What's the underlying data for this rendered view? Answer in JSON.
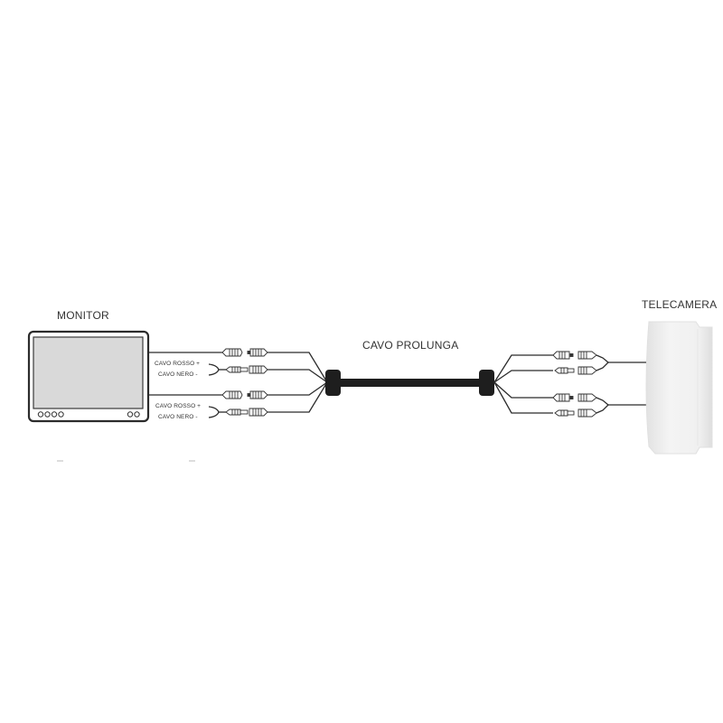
{
  "diagram": {
    "monitor": {
      "label": "MONITOR"
    },
    "extension_cable": {
      "label": "CAVO PROLUNGA"
    },
    "camera": {
      "label": "TELECAMERA"
    },
    "power_leads": [
      {
        "red": "CAVO ROSSO +",
        "black": "CAVO NERO -"
      },
      {
        "red": "CAVO ROSSO +",
        "black": "CAVO NERO -"
      }
    ],
    "colors": {
      "line": "#2b2b2b",
      "screen": "#d9d9d9",
      "cable": "#1e1e1e",
      "camera_body": "#eeeeee"
    }
  }
}
